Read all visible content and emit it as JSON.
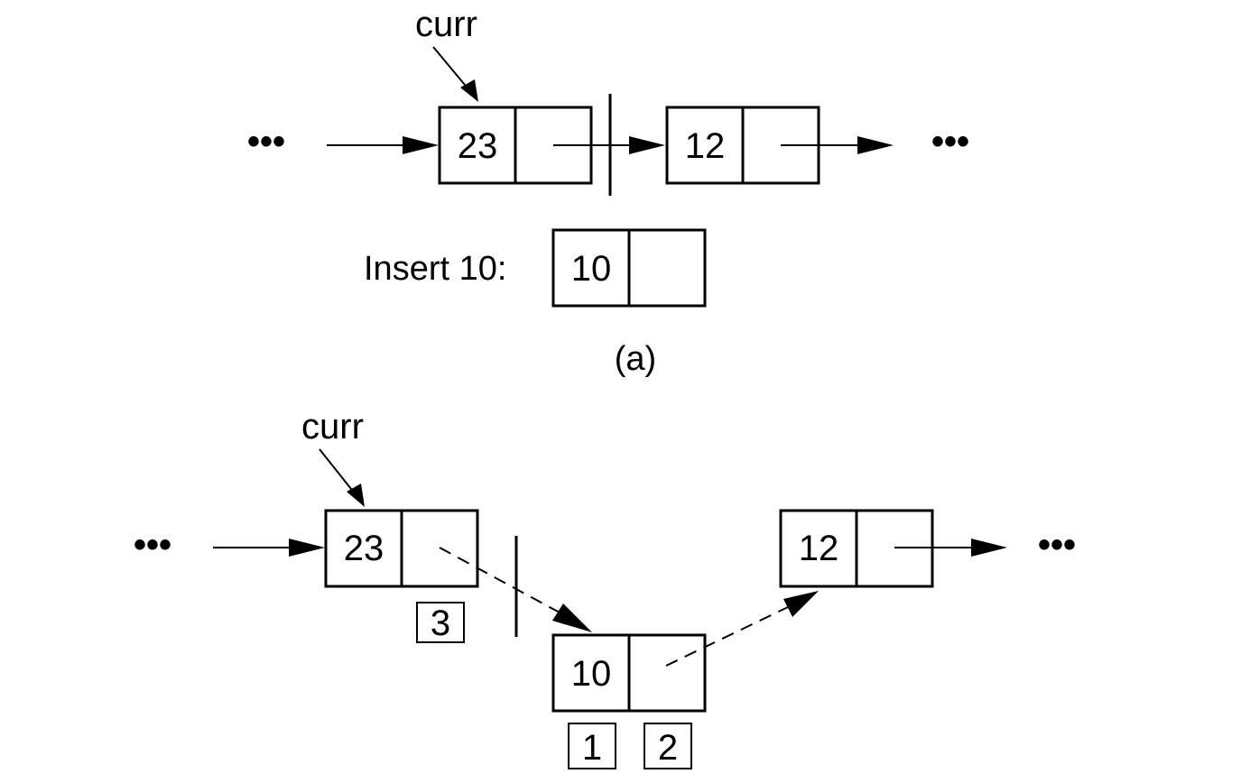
{
  "part_a": {
    "pointer_label": "curr",
    "node_current": "23",
    "node_next": "12",
    "ellipsis_left": "•••",
    "ellipsis_right": "•••",
    "insert_label": "Insert 10:",
    "new_node": "10",
    "caption": "(a)"
  },
  "part_b": {
    "pointer_label": "curr",
    "node_current": "23",
    "node_new": "10",
    "node_next": "12",
    "ellipsis_left": "•••",
    "ellipsis_right": "•••",
    "step_1": "1",
    "step_2": "2",
    "step_3": "3"
  }
}
